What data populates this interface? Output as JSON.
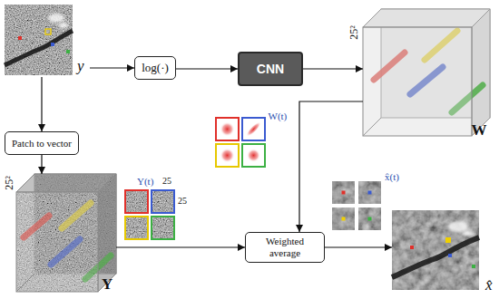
{
  "diagram": {
    "nodes": [
      {
        "text": [
          "y"
        ]
      },
      {
        "text": [
          "log(·)"
        ]
      },
      {
        "text": [
          "CNN"
        ]
      },
      {
        "text": [
          "25²",
          "W"
        ]
      },
      {
        "text": [
          "Patch to vector"
        ]
      },
      {
        "text": [
          "25²",
          "Y"
        ]
      },
      {
        "text": [
          "Weighted average"
        ]
      },
      {
        "text": [
          "x̂"
        ]
      }
    ],
    "edges": [
      {
        "from": 0,
        "to": 1,
        "arrow": "to"
      },
      {
        "from": 1,
        "to": 2,
        "arrow": "to"
      },
      {
        "from": 2,
        "to": 3,
        "arrow": "to"
      },
      {
        "from": 0,
        "to": 4,
        "arrow": "to"
      },
      {
        "from": 4,
        "to": 5,
        "arrow": "to"
      },
      {
        "from": 5,
        "to": 6,
        "arrow": "to"
      },
      {
        "from": 3,
        "to": 6,
        "arrow": "to"
      },
      {
        "from": 6,
        "to": 7,
        "arrow": "to"
      }
    ],
    "labels": [
      "W(t)",
      "25",
      "Y(t)",
      "25",
      "x̂(t)"
    ]
  }
}
